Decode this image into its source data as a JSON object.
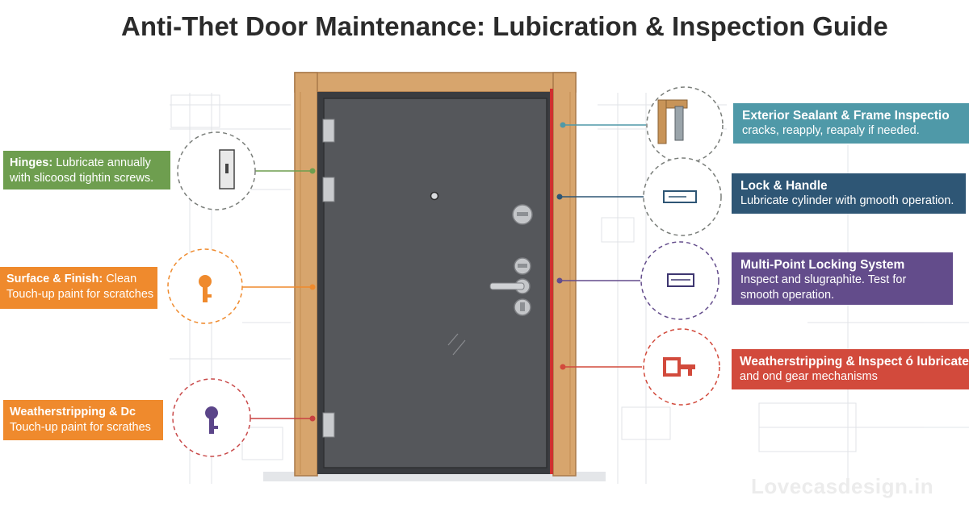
{
  "title": "Anti-Thet Door Maintenance: Lubicration & Inspection Guide",
  "callouts": {
    "hinges": {
      "head": "Hinges:",
      "text1": " Lubricate annually",
      "text2": "with slicoosd tightin screws.",
      "color": "#6e9e4f"
    },
    "surface": {
      "head": "Surface & Finish:",
      "text1": " Clean",
      "text2": "Touch-up paint for scratches",
      "color": "#ef8a2d"
    },
    "weather_left": {
      "head": "Weatherstripping & Dc",
      "text2": "Touch-up paint for scrathes",
      "color": "#ef8a2d"
    },
    "exterior": {
      "head": "Exterior Sealant & Frame Inspectio",
      "text": "cracks, reapply, reapaly if needed.",
      "color": "#4f99a8"
    },
    "lock": {
      "head": "Lock & Handle",
      "text": "Lubricate cylinder with gmooth operation.",
      "color": "#2e5675"
    },
    "multipoint": {
      "head": "Multi-Point Locking System",
      "text1": "Inspect and slugraphite. Test for",
      "text2": "smooth operation.",
      "color": "#634c8b"
    },
    "weather_right": {
      "head": "Weatherstripping & Inspect ó lubricate a",
      "text": "and ond gear mechanisms",
      "color": "#d24a3c"
    }
  },
  "icons": {
    "hinges": "hinge-plate-icon",
    "surface": "orange-key-icon",
    "weather_left": "purple-key-icon",
    "exterior": "frame-corner-icon",
    "lock": "lock-plate-icon",
    "multipoint": "locking-bar-icon",
    "weather_right": "gear-key-icon"
  },
  "watermark": "Lovecasdesign.in",
  "colors": {
    "door": "#55575b",
    "frame": "#d7a56d",
    "seal": "#cf2f2f"
  }
}
